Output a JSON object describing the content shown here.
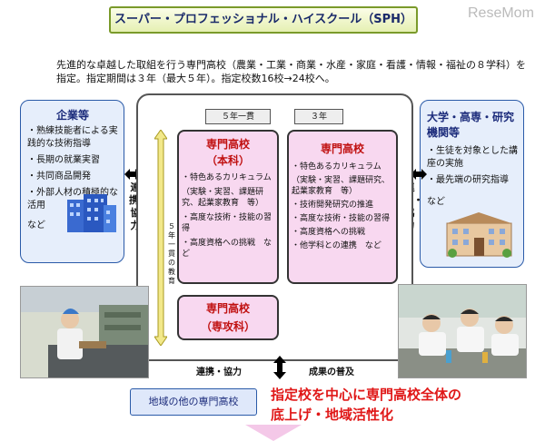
{
  "title": "スーパー・プロフェッショナル・ハイスクール（SPH）",
  "watermark": "ReseMom",
  "intro": {
    "line1": "先進的な卓越した取組を行う専門高校（農業・工業・商業・水産・家庭・看護・情報・福祉の８学科）を",
    "line2": "指定。指定期間は３年（最大５年）。指定校数16校→24校へ。"
  },
  "left_box": {
    "title": "企業等",
    "items": [
      "・熟練技能者による実践的な技術指導",
      "・長期の就業実習",
      "・共同商品開発",
      "・外部人材の積極的な活用"
    ],
    "more": "など"
  },
  "right_box": {
    "title": "大学・高専・研究機関等",
    "items": [
      "・生徒を対象とした講座の実施",
      "・最先端の研究指導"
    ],
    "more": "など"
  },
  "link_label": "連携・協力",
  "tags": {
    "five_year": "５年一貫",
    "three_year": "３年"
  },
  "five_year_edu": "５年一貫の教育",
  "box_main": {
    "title": "専門高校",
    "subtitle": "（本科）",
    "items": [
      "・特色あるカリキュラム",
      "（実験・実習、課題研究、起業家教育　等）",
      "・高度な技術・技能の習得",
      "・高度資格への挑戦　など"
    ]
  },
  "box_three": {
    "title": "専門高校",
    "items": [
      "・特色あるカリキュラム",
      "（実験・実習、課題研究、起業家教育　等）",
      "・技術開発研究の推進",
      "・高度な技術・技能の習得",
      "・高度資格への挑戦",
      "・他学科との連携　など"
    ]
  },
  "box_senko": {
    "title": "専門高校",
    "subtitle": "（専攻科）"
  },
  "bottom_link": "連携・協力",
  "bottom_spread": "成果の普及",
  "region_label": "地域の他の専門高校",
  "bottom_headline": {
    "line1": "指定校を中心に専門高校全体の",
    "line2": "底上げ・地域活性化"
  },
  "colors": {
    "accent_blue": "#2a5aa8",
    "pink_fill": "#f8d8f0",
    "red_text": "#e01818",
    "title_green": "#7a9a2a"
  }
}
